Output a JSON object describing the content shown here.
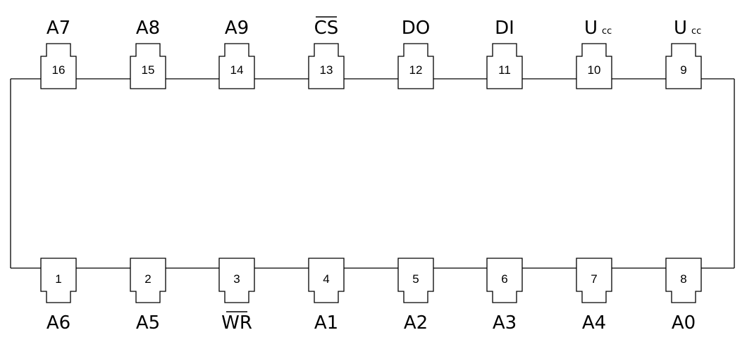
{
  "diagram": {
    "top_pins": [
      {
        "number": "16",
        "label": "A7"
      },
      {
        "number": "15",
        "label": "A8"
      },
      {
        "number": "14",
        "label": "A9"
      },
      {
        "number": "13",
        "label": "CS",
        "overline": true
      },
      {
        "number": "12",
        "label": "DO"
      },
      {
        "number": "11",
        "label": "DI"
      },
      {
        "number": "10",
        "label": "U",
        "subscript": "cc"
      },
      {
        "number": "9",
        "label": "U",
        "subscript": "cc"
      }
    ],
    "bottom_pins": [
      {
        "number": "1",
        "label": "A6"
      },
      {
        "number": "2",
        "label": "A5"
      },
      {
        "number": "3",
        "label": "WR",
        "overline": true
      },
      {
        "number": "4",
        "label": "A1"
      },
      {
        "number": "5",
        "label": "A2"
      },
      {
        "number": "6",
        "label": "A3"
      },
      {
        "number": "7",
        "label": "A4"
      },
      {
        "number": "8",
        "label": "A0"
      }
    ]
  }
}
